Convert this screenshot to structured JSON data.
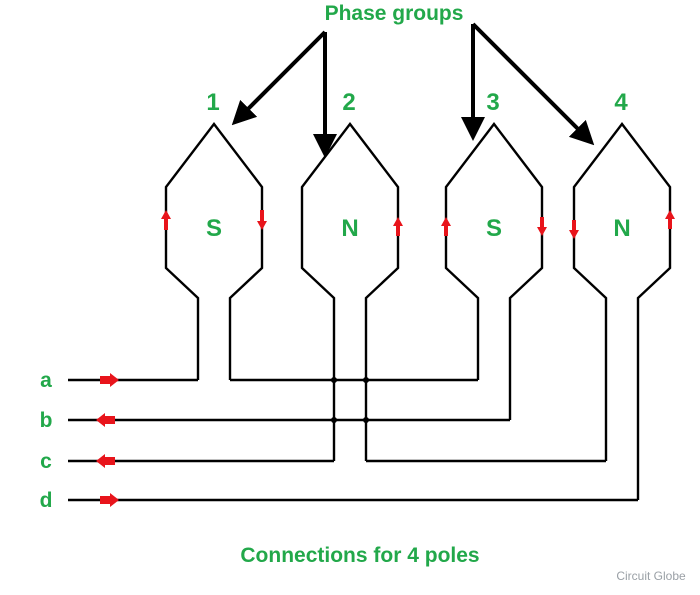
{
  "title": "Phase groups",
  "caption": "Connections for 4 poles",
  "watermark": "Circuit Globe",
  "groups": [
    {
      "number": "1",
      "pole": "S"
    },
    {
      "number": "2",
      "pole": "N"
    },
    {
      "number": "3",
      "pole": "S"
    },
    {
      "number": "4",
      "pole": "N"
    }
  ],
  "terminals": [
    {
      "label": "a",
      "arrow": "right"
    },
    {
      "label": "b",
      "arrow": "left"
    },
    {
      "label": "c",
      "arrow": "left"
    },
    {
      "label": "d",
      "arrow": "right"
    }
  ],
  "colors": {
    "label": "#22a84a",
    "arrow": "#e8141b",
    "wire": "#000000"
  }
}
